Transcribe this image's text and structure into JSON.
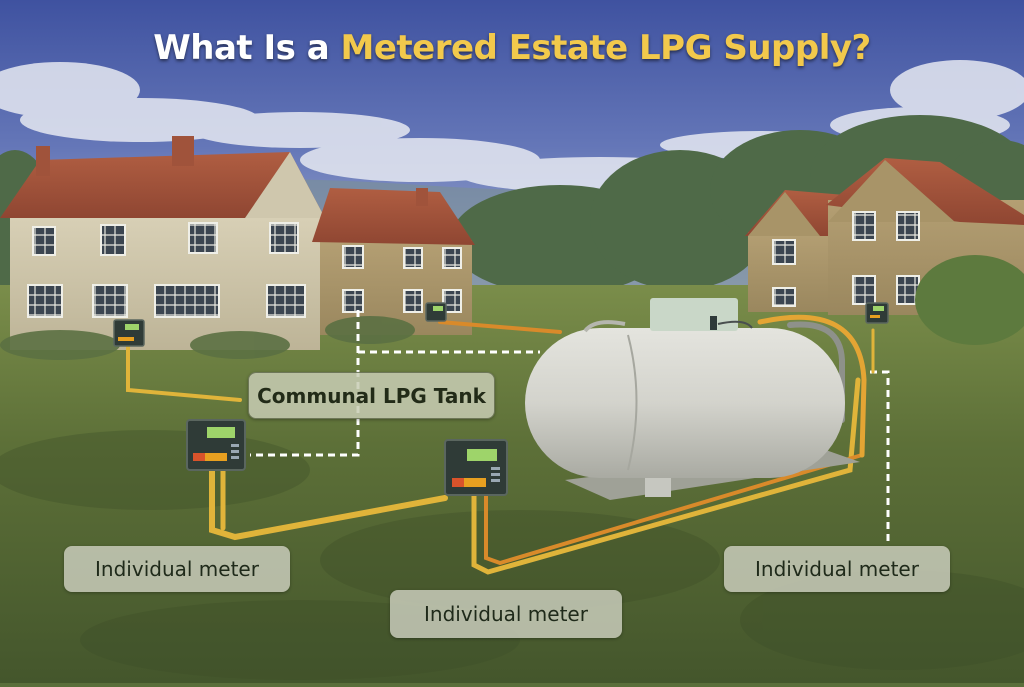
{
  "title": {
    "prefix": "What Is a ",
    "highlight": "Metered Estate LPG Supply?"
  },
  "colors": {
    "title_white": "#ffffff",
    "title_yellow": "#f2c94c",
    "sky": "#4a5fa8",
    "grass": "#5a6e3a",
    "pipe_yellow": "#e0b43a",
    "pipe_orange": "#d98a2a",
    "dashed_line": "#ffffff",
    "tank": "#d6d6cf",
    "roof": "#a5533a"
  },
  "labels": {
    "tank": "Communal LPG Tank",
    "meter_left": "Individual meter",
    "meter_center": "Individual meter",
    "meter_right": "Individual meter"
  },
  "scene": {
    "houses": [
      {
        "name": "left-render-house",
        "style": "rendered two-storey"
      },
      {
        "name": "middle-stone-house",
        "style": "stone two-storey"
      },
      {
        "name": "right-stone-houses",
        "style": "stone gabled pair"
      }
    ],
    "tank": {
      "type": "horizontal cylindrical LPG tank",
      "top_box": "valve cover"
    },
    "meters": [
      {
        "id": "meter-house-left"
      },
      {
        "id": "meter-house-middle"
      },
      {
        "id": "meter-house-right"
      },
      {
        "id": "meter-ground-left"
      },
      {
        "id": "meter-ground-center"
      }
    ]
  }
}
